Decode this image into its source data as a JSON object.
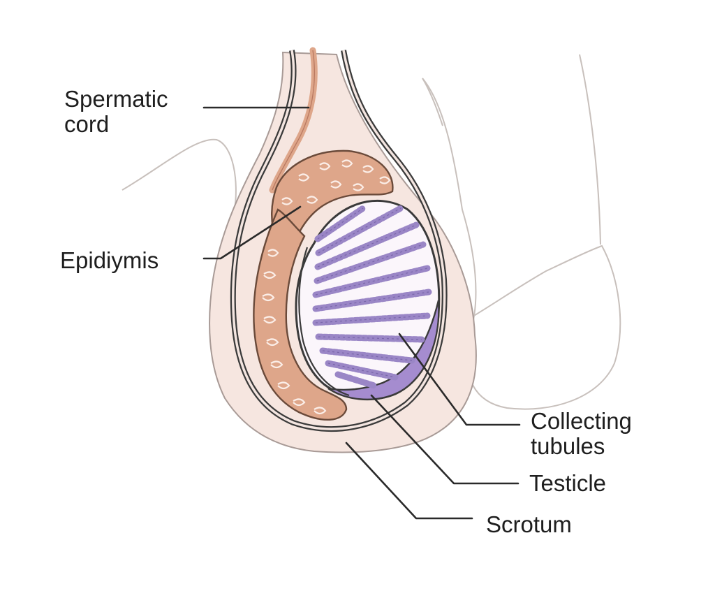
{
  "labels": {
    "spermatic_cord": [
      "Spermatic",
      "cord"
    ],
    "epididymis": [
      "Epidiymis"
    ],
    "collecting_tubules": [
      "Collecting",
      "tubules"
    ],
    "testicle": [
      "Testicle"
    ],
    "scrotum": [
      "Scrotum"
    ]
  },
  "colors": {
    "background": "#ffffff",
    "skin": "#f6e6e0",
    "skin_outline": "#a89a96",
    "body_outline": "#c8c0bc",
    "capsule_outline": "#3a3a3a",
    "epididymis": "#dea68a",
    "epididymis_dark": "#b87860",
    "tubules": "#9a86c6",
    "tubules_dark": "#6a569a",
    "testicle_fill": "#fbf6fb",
    "tunica": "#a58ccf",
    "leader_line": "#2a2a2a",
    "text": "#1e1e1e"
  }
}
